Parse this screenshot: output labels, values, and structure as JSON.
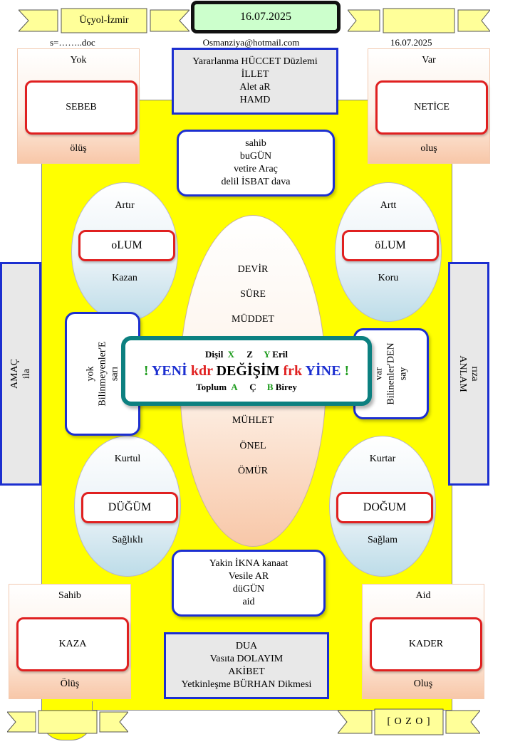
{
  "header": {
    "place": "Üçyol-İzmir",
    "date_box": "16.07.2025",
    "file": "s=……..doc",
    "email": "Osmanziya@hotmail.com",
    "date_right": "16.07.2025",
    "ozo": "[ O Z O ]"
  },
  "corners": {
    "top_left": {
      "top": "Yok",
      "box": "SEBEB",
      "bottom": "ölüş"
    },
    "top_right": {
      "top": "Var",
      "box": "NETİCE",
      "bottom": "oluş"
    },
    "bottom_left": {
      "top": "Sahib",
      "box": "KAZA",
      "bottom": "Ölüş"
    },
    "bottom_right": {
      "top": "Aid",
      "box": "KADER",
      "bottom": "Oluş"
    }
  },
  "top_gray": [
    "Yararlanma HÜCCET Düzlemi",
    "İLLET",
    "Alet aR",
    "HAMD"
  ],
  "top_blue": [
    "sahib",
    "buGÜN",
    "vetire Araç",
    "delil İSBAT dava"
  ],
  "bottom_blue": [
    "Yakin İKNA kanaat",
    "Vesile AR",
    "düGÜN",
    "aid"
  ],
  "bottom_gray": [
    "DUA",
    "Vasıta DOLAYIM",
    "AKİBET",
    "Yetkinleşme BÜRHAN Dikmesi"
  ],
  "ellipses": {
    "top_left": {
      "top": "Artır",
      "box": "oLUM",
      "bottom": "Kazan"
    },
    "top_right": {
      "top": "Artt",
      "box": "öLUM",
      "bottom": "Koru"
    },
    "bottom_left": {
      "top": "Kurtul",
      "box": "DÜĞÜM",
      "bottom": "Sağlıklı"
    },
    "bottom_right": {
      "top": "Kurtar",
      "box": "DOĞUM",
      "bottom": "Sağlam"
    }
  },
  "center_oval": {
    "upper": [
      "DEVİR",
      "SÜRE",
      "MÜDDET"
    ],
    "lower": [
      "MÜHLET",
      "ÖNEL",
      "ÖMÜR"
    ]
  },
  "left_small": [
    "yok",
    "Bilinmeyenler'E",
    "sarı"
  ],
  "right_small": [
    "var",
    "Bilinenler'DEN",
    "say"
  ],
  "left_side": [
    "AMAÇ",
    "ila"
  ],
  "right_side": [
    "rıza",
    "ANLAM"
  ],
  "central": {
    "line1": {
      "a": "Dişil",
      "x": "X",
      "z": "Z",
      "y": "Y",
      "b": "Eril"
    },
    "line2": {
      "ex1": "!",
      "w1": "YENİ",
      "w2": "kdr",
      "w3": "DEĞİŞİM",
      "w4": "frk",
      "w5": "YİNE",
      "ex2": "!"
    },
    "line3": {
      "a": "Toplum",
      "l1": "A",
      "l2": "Ç",
      "l3": "B",
      "b": "Birey"
    }
  }
}
